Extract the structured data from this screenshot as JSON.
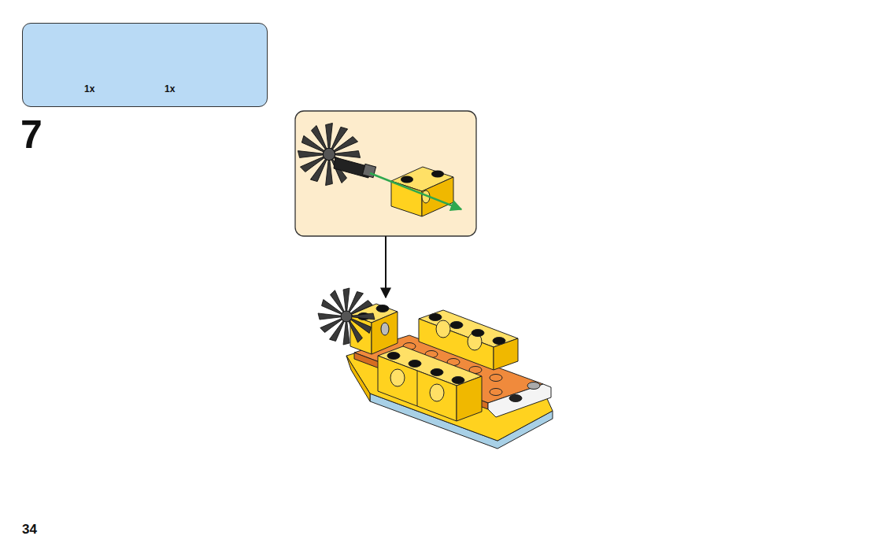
{
  "diagram": {
    "nodes": [
      {
        "text": [
          "1x",
          "1x"
        ]
      }
    ],
    "labels": [
      "7",
      "34"
    ]
  }
}
